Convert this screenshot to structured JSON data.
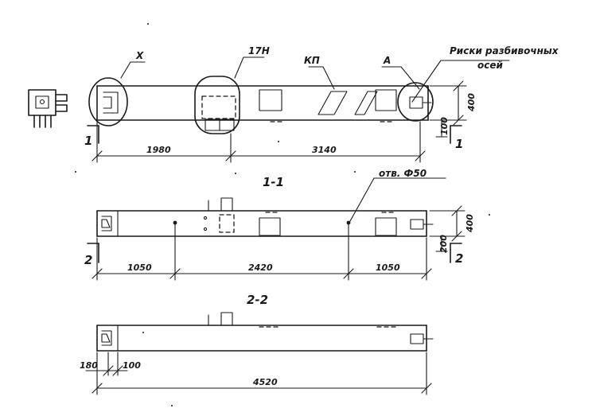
{
  "labels": {
    "callout_x": "X",
    "callout_17n": "17Н",
    "callout_kp": "КП",
    "callout_a": "А",
    "note_line1": "Риски разбивочных",
    "note_line2": "осей",
    "section_1": "1-1",
    "section_2": "2-2",
    "hole_note": "отв. Ф50",
    "cut_1_left": "1",
    "cut_1_right": "1",
    "cut_2_left": "2",
    "cut_2_right": "2"
  },
  "dimensions": {
    "plan_left": "1980",
    "plan_right": "3140",
    "plan_height": "400",
    "plan_offset": "100",
    "sec1_left": "1050",
    "sec1_mid": "2420",
    "sec1_right": "1050",
    "sec1_height": "400",
    "sec1_offset": "200",
    "sec2_a": "180",
    "sec2_b": "100",
    "sec2_total": "4520"
  }
}
